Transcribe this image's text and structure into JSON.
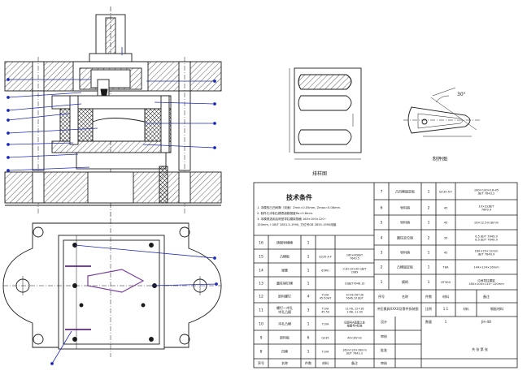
{
  "drawing": {
    "front_view": {},
    "plan_view": {},
    "part_view": {
      "caption": "排样图"
    },
    "part_view_2": {
      "caption": "制件图",
      "dim_label": "30°"
    }
  },
  "title_block": {
    "notes_title": "技术条件",
    "notes": [
      "1. 冲模的凸凹间隙（双面）Zmin=0.05mm, Zmax=0.08mm.",
      "2. 制件孔冲制凸模表面粗糙度Ra=0.8mm.",
      "3. 本模具选用后侧型导柱模架规格 160×100×120~",
      "150mm, Ⅰ GB/T 2851.5-1990, 方位号GB 2855-1990用普."
    ],
    "upper_rows": [
      {
        "no": "7",
        "name": "凸凹模固定板",
        "qty": "1",
        "mat": "Q235-A·F",
        "spec": "160×100×16-45\nJB/T 7643.2"
      },
      {
        "no": "6",
        "name": "导料销",
        "qty": "2",
        "mat": "45",
        "spec": "10×32JB/T\n7649.9"
      },
      {
        "no": "5",
        "name": "导料销",
        "qty": "1",
        "mat": "45",
        "spec": "16×12.5×18mm"
      },
      {
        "no": "4",
        "name": "圆柱定位销",
        "qty": "2",
        "mat": "35",
        "spec": "6.5 JB/T 7649.9\n8.5 JB/T 7649.9"
      },
      {
        "no": "3",
        "name": "导料销",
        "qty": "1",
        "mat": "45",
        "spec": "160×20×12mm\nJB/T 7649.9"
      },
      {
        "no": "2",
        "name": "凸模固定板",
        "qty": "1",
        "mat": "T8A",
        "spec": "144×124×16mm"
      }
    ],
    "lower_rows": [
      {
        "no": "16",
        "name": "铸钢导模模",
        "qty": "1",
        "mat": "",
        "spec": ""
      },
      {
        "no": "15",
        "name": "凸模板",
        "qty": "1",
        "mat": "Q235-A·F",
        "spec": "160×40JB/T\n7643.5"
      },
      {
        "no": "14",
        "name": "弹簧",
        "qty": "1",
        "mat": "65Mn",
        "spec": "0.8×10×30 GB/T\n2089"
      },
      {
        "no": "13",
        "name": "圆柱销钉模",
        "qty": "1",
        "mat": "",
        "spec": "10JB/T7646.10"
      },
      {
        "no": "12",
        "name": "卸料螺钉",
        "qty": "4",
        "mat": "T10A\n45-50HT",
        "spec": "10×8.5HT JB\n7646.10 JB/T"
      },
      {
        "no": "11",
        "name": "螺钉—冲孔\n冲孔凸模",
        "qty": "3",
        "mat": "T10A\n45-50",
        "spec": "11×8, 12×16\n1-68, 11-30"
      },
      {
        "no": "10",
        "name": "冲孔凸模",
        "qty": "1",
        "mat": "T10A",
        "spec": "见图号A面图之处\n按图号4标准"
      },
      {
        "no": "9",
        "name": "卸料板",
        "qty": "6",
        "mat": "Q235",
        "spec": "44×30mm"
      },
      {
        "no": "8",
        "name": "凹模",
        "qty": "1",
        "mat": "T10A",
        "spec": "160×120×16mm\nJB/T 7643.3"
      }
    ],
    "row1": {
      "no": "1",
      "name": "模柄",
      "qty": "1",
      "mat": "HT300",
      "spec": "中间导柱模架\n160×100×110~120mm"
    },
    "header_labels": {
      "no": "序号",
      "name": "名称",
      "qty": "件数",
      "mat": "材料",
      "spec": "备注"
    },
    "title_text": "冲压模具XXXX及零件拆装图",
    "scale_label": "比例",
    "scale_val": "1:1",
    "material_label": "材料",
    "material_val": "钢板材料",
    "qty_label": "数量",
    "qty_val": "1",
    "drawing_no": "JH-40",
    "design_label": "设计",
    "check_label": "审核",
    "approve_label": "批准",
    "sheet_label": "共 张 第 张",
    "footer_labels": {
      "no": "序号",
      "name": "名称",
      "qty": "件数",
      "mat": "材料",
      "spec": "备注",
      "extra": "审核"
    }
  },
  "colors": {
    "line": "#1a1a1a",
    "leader": "#1f2bb5",
    "hatch": "#444444",
    "accent": "#7a3fa0"
  }
}
